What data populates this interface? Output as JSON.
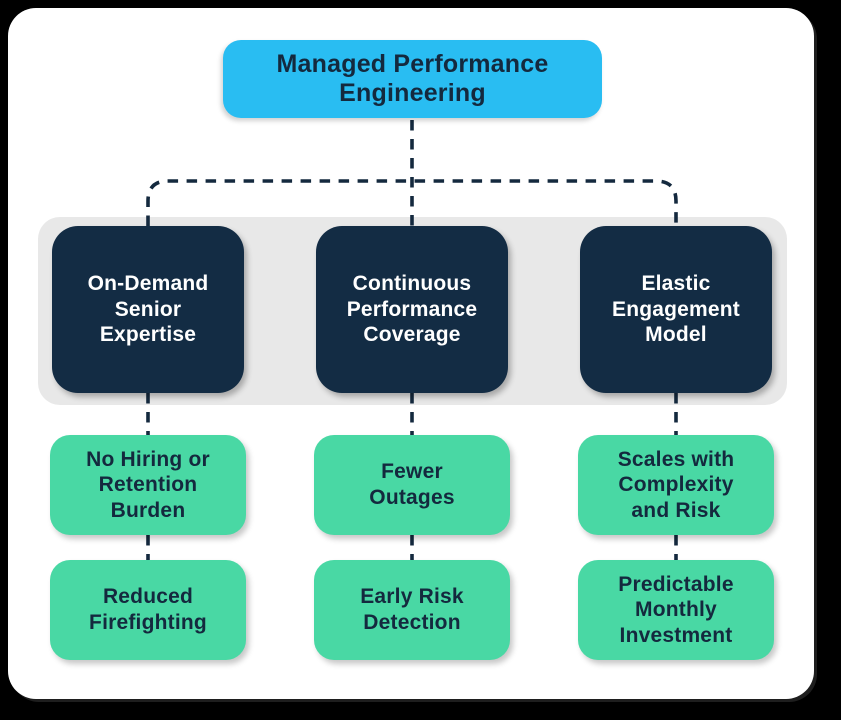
{
  "diagram": {
    "title_node": {
      "label": "Managed Performance\nEngineering"
    },
    "columns": [
      {
        "pillar": "On-Demand\nSenior\nExpertise",
        "benefits": [
          "No Hiring or\nRetention\nBurden",
          "Reduced\nFirefighting"
        ]
      },
      {
        "pillar": "Continuous\nPerformance\nCoverage",
        "benefits": [
          "Fewer\nOutages",
          "Early Risk\nDetection"
        ]
      },
      {
        "pillar": "Elastic\nEngagement\nModel",
        "benefits": [
          "Scales with\nComplexity\nand Risk",
          "Predictable\nMonthly\nInvestment"
        ]
      }
    ],
    "colors": {
      "backdrop": "#000000",
      "card": "#ffffff",
      "root_fill": "#29bdf2",
      "pillar_fill": "#132c44",
      "benefit_fill": "#49d8a4",
      "band_fill": "#e8e8e8",
      "connector": "#14293e",
      "text_dark": "#14293e",
      "text_light": "#ffffff"
    }
  }
}
